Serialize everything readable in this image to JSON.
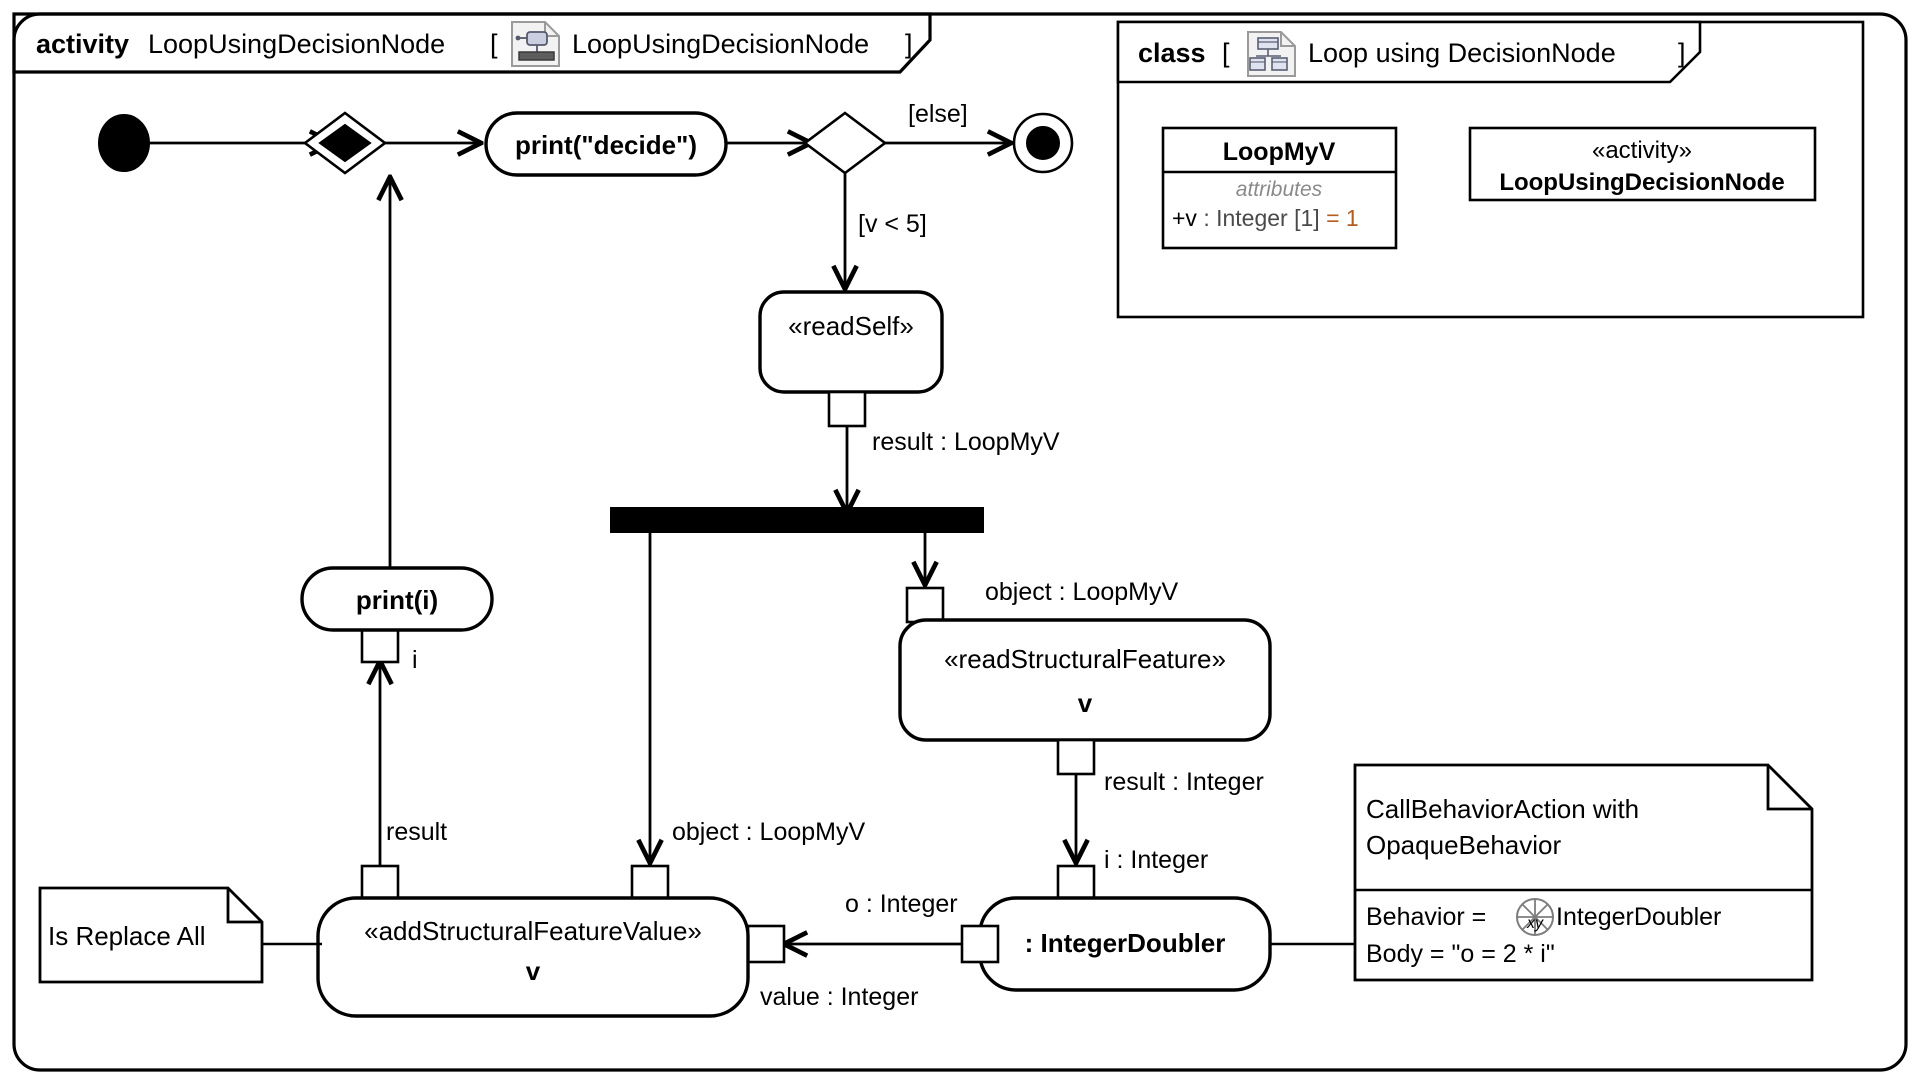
{
  "activity_frame": {
    "kind_label": "activity",
    "name": "LoopUsingDecisionNode",
    "bracket_open": "[",
    "bracket_close": "]",
    "diagram_name": "LoopUsingDecisionNode",
    "icon": "activity-diagram-icon"
  },
  "class_frame": {
    "kind_label": "class",
    "bracket_open": "[",
    "bracket_close": "]",
    "diagram_name": "Loop using DecisionNode",
    "icon": "class-diagram-icon",
    "classifier": {
      "name": "LoopMyV",
      "compartment_header": "attributes",
      "attribute": {
        "visibility_and_name": "+v",
        "type_part": " : Integer [1]",
        "default_part": " = 1",
        "full": "+v : Integer [1] = 1"
      }
    },
    "activity_classifier": {
      "stereotype": "«activity»",
      "name": "LoopUsingDecisionNode"
    }
  },
  "nodes": {
    "initial": {
      "name": "initial-node",
      "label": ""
    },
    "merge": {
      "name": "merge-node",
      "label": ""
    },
    "print_decide": {
      "label": "print(\"decide\")"
    },
    "decision": {
      "name": "decision-node",
      "label": ""
    },
    "final": {
      "name": "activity-final-node",
      "label": ""
    },
    "read_self": {
      "label": "«readSelf»"
    },
    "fork": {
      "name": "fork-node",
      "label": ""
    },
    "read_structural_feature": {
      "stereotype": "«readStructuralFeature»",
      "feature": "v"
    },
    "add_structural_feature_value": {
      "stereotype": "«addStructuralFeatureValue»",
      "feature": "v"
    },
    "integer_doubler": {
      "label": ": IntegerDoubler"
    },
    "print_i": {
      "label": "print(i)"
    }
  },
  "edges": {
    "guard_else": "[else]",
    "guard_v_lt_5": "[v < 5]",
    "readself_result": "result : LoopMyV",
    "rsf_object": "object : LoopMyV",
    "rsf_result": "result : Integer",
    "doubler_i": "i : Integer",
    "doubler_o": "o : Integer",
    "asfv_object": "object : LoopMyV",
    "asfv_value": "value : Integer",
    "asfv_result": "result",
    "print_i_pin": "i"
  },
  "notes": {
    "is_replace_all": "Is Replace All",
    "call_behavior": {
      "title_line1": "CallBehaviorAction with",
      "title_line2": "OpaqueBehavior",
      "behavior_label": "Behavior = ",
      "behavior_value": "IntegerDoubler",
      "behavior_icon": "opaque-behavior-icon",
      "body_line": "Body = \"o = 2 * i\""
    }
  },
  "colors": {
    "stroke": "#000000",
    "background": "#ffffff",
    "attribute_default": "#b35c1e",
    "attribute_type": "#4a4a4a",
    "compartment_header": "#8a8a8a",
    "icon_frame": "#9a9a9a",
    "icon_fill": "#c9cee0"
  }
}
